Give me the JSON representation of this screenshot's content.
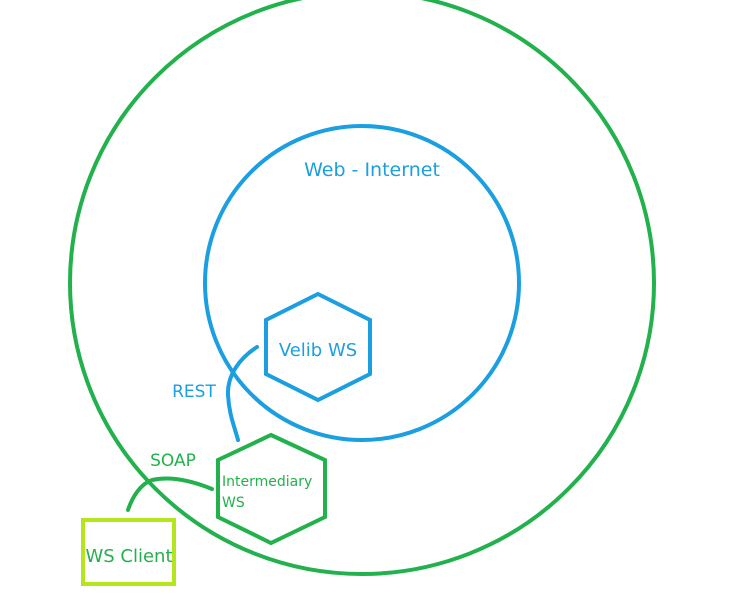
{
  "labels": {
    "web_internet": "Web - Internet",
    "velib_ws": "Velib WS",
    "rest": "REST",
    "soap": "SOAP",
    "intermediary_line1": "Intermediary",
    "intermediary_line2": "WS",
    "ws_client": "WS Client"
  },
  "colors": {
    "outer_green": "#22b14c",
    "inner_blue": "#1b9fe0",
    "client_lime": "#b5e61d",
    "text_blue": "#1b9fe0",
    "text_green": "#22b14c"
  }
}
